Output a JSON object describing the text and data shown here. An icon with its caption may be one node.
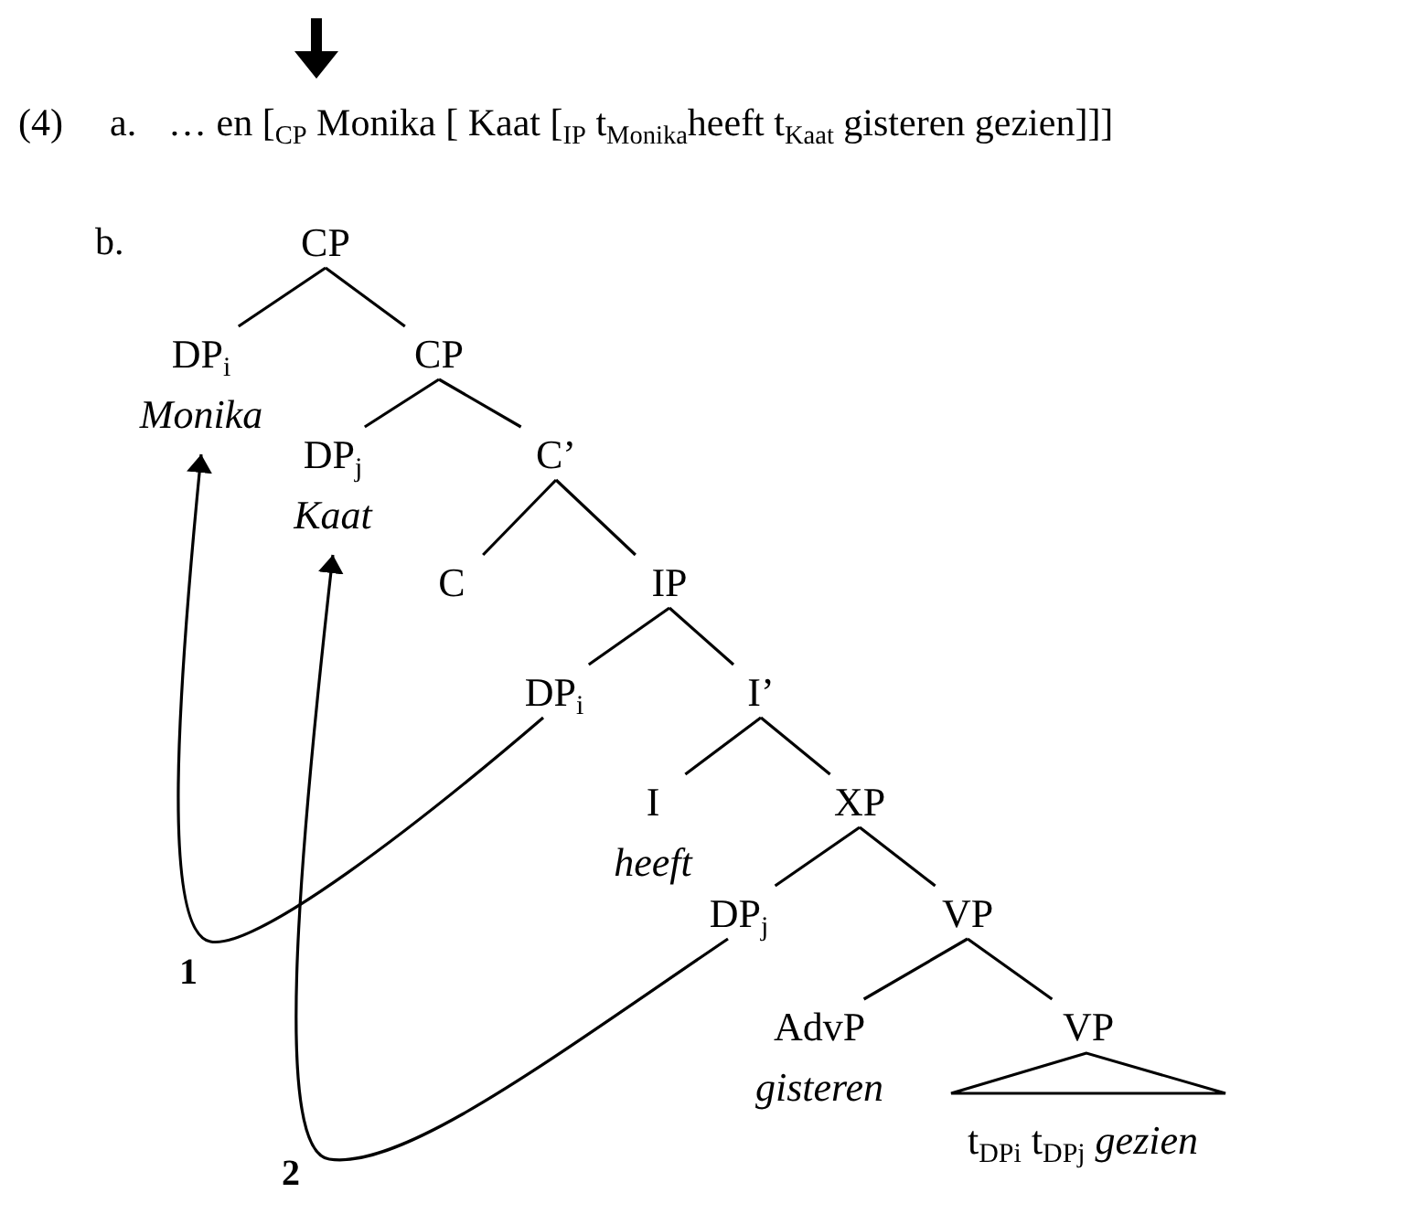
{
  "diagram": {
    "nodes": [
      {
        "text": [
          "CP"
        ]
      },
      {
        "text": [
          "DP$_{i}$",
          "Monika"
        ]
      },
      {
        "text": [
          "CP"
        ]
      },
      {
        "text": [
          "DP$_{j}$",
          "Kaat"
        ]
      },
      {
        "text": [
          "C’"
        ]
      },
      {
        "text": [
          "C"
        ]
      },
      {
        "text": [
          "IP"
        ]
      },
      {
        "text": [
          "DP$_{i}$"
        ]
      },
      {
        "text": [
          "I’"
        ]
      },
      {
        "text": [
          "I",
          "heeft"
        ]
      },
      {
        "text": [
          "XP"
        ]
      },
      {
        "text": [
          "DP$_{j}$"
        ]
      },
      {
        "text": [
          "VP"
        ]
      },
      {
        "text": [
          "AdvP",
          "gisteren"
        ]
      },
      {
        "text": [
          "VP"
        ]
      },
      {
        "text": [
          "t$_{DPi}$ t$_{DPj}$ *gezien*"
        ]
      }
    ],
    "edges": [
      {
        "from": 0,
        "to": 1,
        "arrow": "none"
      },
      {
        "from": 0,
        "to": 2,
        "arrow": "none"
      },
      {
        "from": 2,
        "to": 3,
        "arrow": "none"
      },
      {
        "from": 2,
        "to": 4,
        "arrow": "none"
      },
      {
        "from": 4,
        "to": 5,
        "arrow": "none"
      },
      {
        "from": 4,
        "to": 6,
        "arrow": "none"
      },
      {
        "from": 6,
        "to": 7,
        "arrow": "none"
      },
      {
        "from": 6,
        "to": 8,
        "arrow": "none"
      },
      {
        "from": 8,
        "to": 9,
        "arrow": "none"
      },
      {
        "from": 8,
        "to": 10,
        "arrow": "none"
      },
      {
        "from": 10,
        "to": 11,
        "arrow": "none"
      },
      {
        "from": 10,
        "to": 12,
        "arrow": "none"
      },
      {
        "from": 12,
        "to": 13,
        "arrow": "none"
      },
      {
        "from": 12,
        "to": 14,
        "arrow": "none"
      },
      {
        "from": 7,
        "to": 1,
        "arrow": "to",
        "label": "1"
      },
      {
        "from": 11,
        "to": 3,
        "arrow": "to",
        "label": "2"
      }
    ],
    "labels": [
      "(4)",
      "a.",
      "… en [$_{CP}$ Monika [ Kaat [$_{IP}$ t$_{Monika}$heeft t$_{Kaat}$ gisteren gezien]]]",
      "b."
    ]
  }
}
